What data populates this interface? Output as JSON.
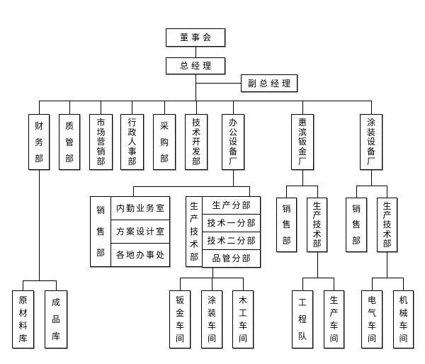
{
  "nodes": {
    "board": "董事会",
    "gm": "总经理",
    "dgm": "副总经理",
    "finance": "财务部",
    "quality": "质管部",
    "marketing": "市场营销部",
    "admin_hr": "行政人事部",
    "purchasing": "采购部",
    "tech_dev": "技术开发部",
    "office_factory": "办公设备厂",
    "huibin_factory": "惠滨钣金厂",
    "coating_factory": "涂装设备厂",
    "oe_sales": "销售部",
    "oe_sales_rows": [
      "内勤业务室",
      "方案设计室",
      "各地办事处"
    ],
    "oe_prodtech": "生产技术部",
    "oe_prodtech_rows": [
      "生产分部",
      "技术一分部",
      "技术二分部",
      "品管分部"
    ],
    "raw_material_store": "原材料库",
    "finished_goods_store": "成品库",
    "sheet_metal_ws": "钣金车间",
    "painting_ws": "涂装车间",
    "woodwork_ws": "木工车间",
    "hb_sales": "销售部",
    "hb_prodtech": "生产技术部",
    "engineering_team": "工程队",
    "production_ws": "生产车间",
    "ct_sales": "销售部",
    "ct_prodtech": "生产技术部",
    "electric_ws": "电气车间",
    "machine_ws": "机械车间"
  },
  "edges": [
    {
      "parent": "董事会",
      "children": [
        "总经理"
      ]
    },
    {
      "parent": "总经理",
      "children": [
        "副总经理",
        "财务部",
        "质管部",
        "市场营销部",
        "行政人事部",
        "采购部",
        "技术开发部",
        "办公设备厂",
        "惠滨钣金厂",
        "涂装设备厂"
      ]
    },
    {
      "parent": "财务部",
      "children": [
        "原材料库",
        "成品库"
      ]
    },
    {
      "parent": "办公设备厂",
      "children": [
        "销售部",
        "生产技术部"
      ]
    },
    {
      "parent": "办公设备厂/销售部",
      "children": [
        "内勤业务室",
        "方案设计室",
        "各地办事处"
      ]
    },
    {
      "parent": "办公设备厂/生产技术部",
      "children": [
        "生产分部",
        "技术一分部",
        "技术二分部",
        "品管分部"
      ]
    },
    {
      "parent": "办公设备厂/生产技术部/品管分部",
      "children": [
        "钣金车间",
        "涂装车间",
        "木工车间"
      ]
    },
    {
      "parent": "惠滨钣金厂",
      "children": [
        "销售部",
        "生产技术部"
      ]
    },
    {
      "parent": "惠滨钣金厂/生产技术部",
      "children": [
        "工程队",
        "生产车间"
      ]
    },
    {
      "parent": "涂装设备厂",
      "children": [
        "销售部",
        "生产技术部"
      ]
    },
    {
      "parent": "涂装设备厂/生产技术部",
      "children": [
        "电气车间",
        "机械车间"
      ]
    }
  ],
  "colors": {
    "background": "#ffffff",
    "box_background": "#ffffff",
    "box_border": "#000000",
    "box_shadow": "#9a9a9a",
    "line": "#000000",
    "text": "#000000"
  }
}
